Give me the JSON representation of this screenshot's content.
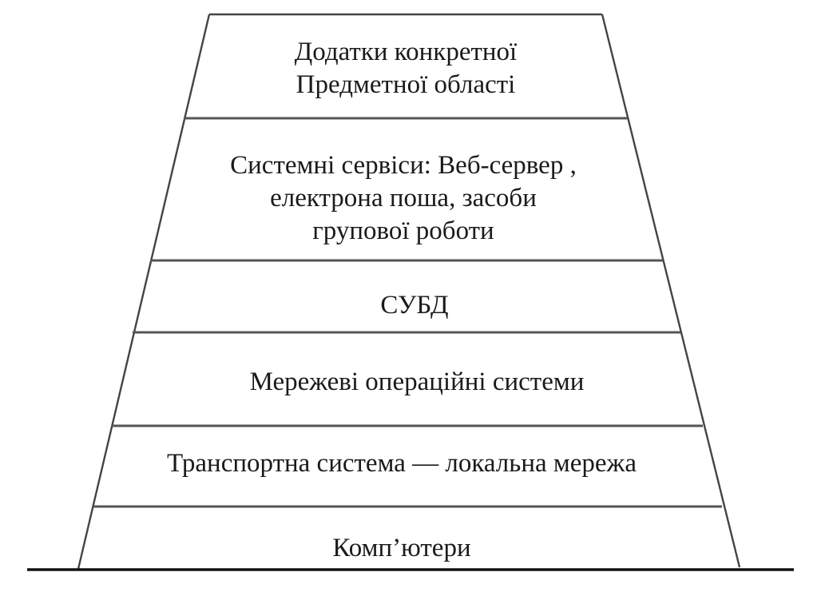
{
  "diagram": {
    "layers": [
      {
        "lines": [
          "Додатки конкретної",
          "Предметної області"
        ]
      },
      {
        "lines": [
          "Системні сервіси: Веб-сервер ,",
          "електрона поша, засоби",
          "групової роботи"
        ]
      },
      {
        "lines": [
          "СУБД"
        ]
      },
      {
        "lines": [
          "Мережеві операційні системи"
        ]
      },
      {
        "lines": [
          "Транспортна система — локальна мережа"
        ]
      },
      {
        "lines": [
          "Комп’ютери"
        ]
      }
    ],
    "colors": {
      "background": "#ffffff",
      "outline": "#444444",
      "text": "#1a1a1a"
    }
  }
}
